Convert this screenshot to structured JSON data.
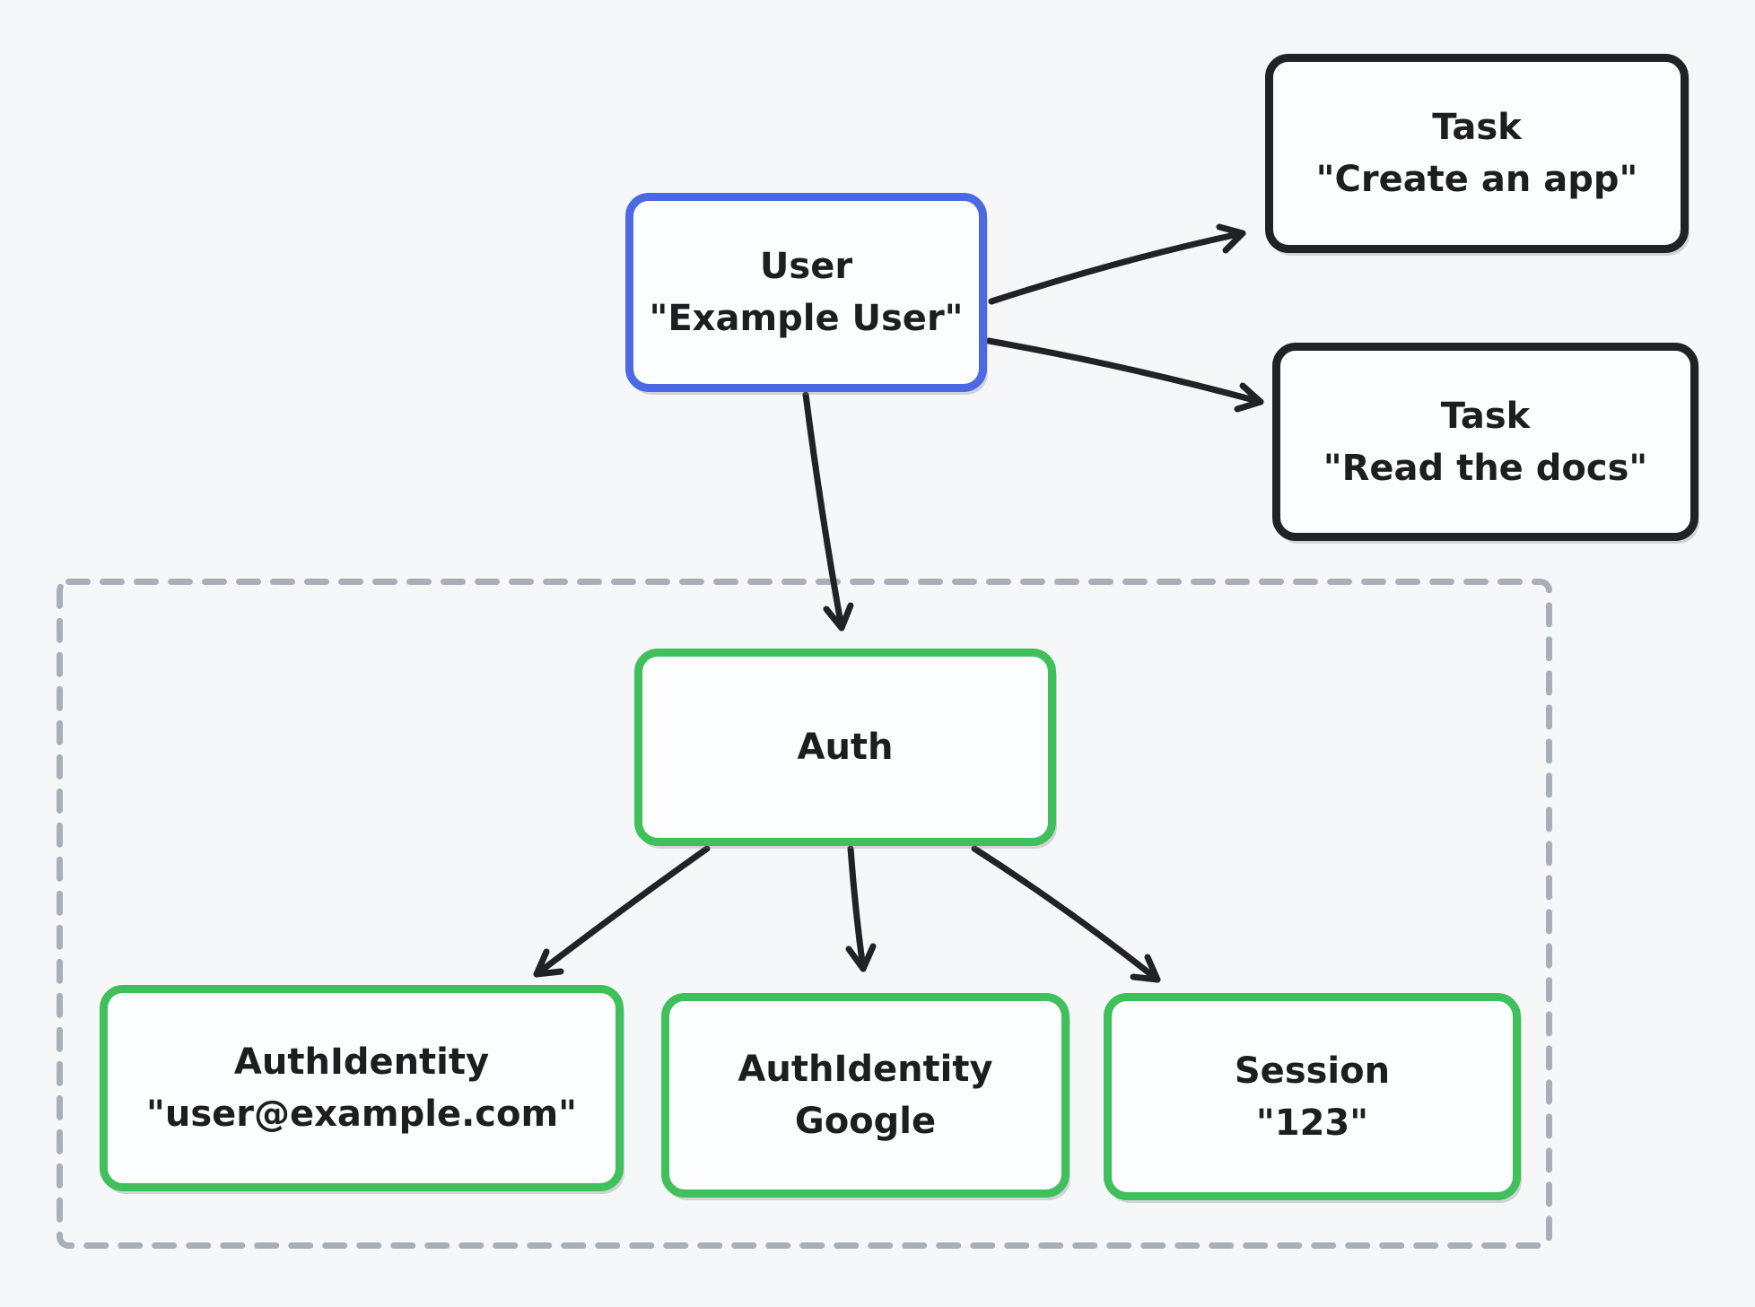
{
  "nodes": {
    "user": {
      "title": "User",
      "subtitle": "\"Example User\""
    },
    "task_create": {
      "title": "Task",
      "subtitle": "\"Create an app\""
    },
    "task_read": {
      "title": "Task",
      "subtitle": "\"Read the docs\""
    },
    "auth": {
      "title": "Auth"
    },
    "auth_identity_email": {
      "title": "AuthIdentity",
      "subtitle": "\"user@example.com\""
    },
    "auth_identity_google": {
      "title": "AuthIdentity",
      "subtitle": "Google"
    },
    "session": {
      "title": "Session",
      "subtitle": "\"123\""
    }
  },
  "edges": [
    {
      "from": "user",
      "to": "task_create"
    },
    {
      "from": "user",
      "to": "task_read"
    },
    {
      "from": "user",
      "to": "auth"
    },
    {
      "from": "auth",
      "to": "auth_identity_email"
    },
    {
      "from": "auth",
      "to": "auth_identity_google"
    },
    {
      "from": "auth",
      "to": "session"
    }
  ],
  "colors": {
    "background": "#f6f7f9",
    "node_fill": "#fcfdfe",
    "user_stroke": "#4a69e2",
    "task_stroke": "#212225",
    "auth_group_stroke": "#3fc05a",
    "container_stroke": "#a9afb9",
    "arrow": "#212225",
    "text": "#1d1e20"
  }
}
